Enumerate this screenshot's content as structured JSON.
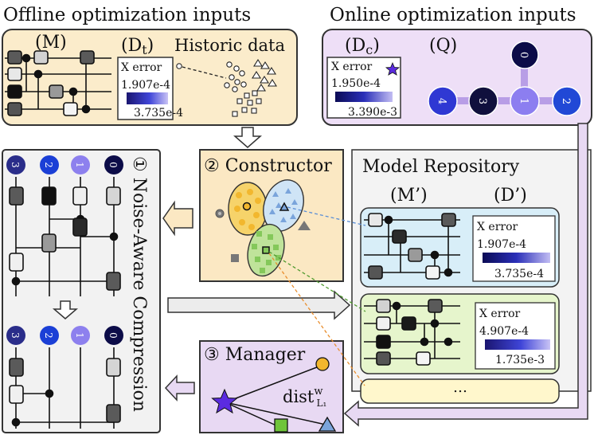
{
  "offline": {
    "title": "Offline optimization inputs",
    "m_label": "(M)",
    "dt_label": "(D",
    "dt_sub": "t",
    "dt_close": ")",
    "historic_label": "Historic data",
    "xerror_title": "X error",
    "xerror_min": "1.907e-4",
    "xerror_max": "3.735e-4"
  },
  "online": {
    "title": "Online optimization inputs",
    "dc_label": "(D",
    "dc_sub": "c",
    "dc_close": ")",
    "q_label": "(Q)",
    "xerror_title": "X error",
    "xerror_min": "1.950e-4",
    "xerror_max": "3.390e-3",
    "qubits": [
      "0",
      "4",
      "3",
      "1",
      "2"
    ]
  },
  "compression": {
    "step": "①",
    "title": "Noise-Aware Compression",
    "top_qubits": [
      "3",
      "2",
      "1",
      "0"
    ],
    "bottom_qubits": [
      "3",
      "2",
      "1",
      "0"
    ]
  },
  "constructor": {
    "step": "②",
    "title": "Constructor"
  },
  "repository": {
    "title": "Model Repository",
    "m_col": "(M’)",
    "d_col": "(D’)",
    "cards": [
      {
        "xerror_title": "X error",
        "min": "1.907e-4",
        "max": "3.735e-4"
      },
      {
        "xerror_title": "X error",
        "min": "4.907e-4",
        "max": "1.735e-3"
      }
    ],
    "more": "…"
  },
  "manager": {
    "step": "③",
    "title": "Manager",
    "dist": "dist",
    "dist_sup": "w",
    "dist_sub": "L₁"
  },
  "colors": {
    "offline_bg": "#fbeccb",
    "online_bg": "#eedff7",
    "constructor_bg": "#fbe8c3",
    "manager_bg": "#e8d9f3",
    "card_blue": "#d8eef8",
    "card_green": "#e6f5cc",
    "card_yellow": "#fff7cc",
    "panel_gray": "#f2f2f2"
  }
}
